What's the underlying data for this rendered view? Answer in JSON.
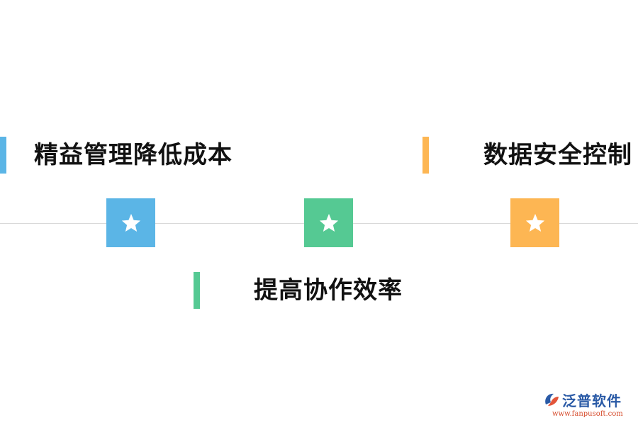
{
  "items": [
    {
      "label": "精益管理降低成本",
      "color": "#5bb5e6"
    },
    {
      "label": "提高协作效率",
      "color": "#55c993"
    },
    {
      "label": "数据安全控制",
      "color": "#fdb653"
    }
  ],
  "star_icon": "star-icon",
  "logo": {
    "name": "泛普软件",
    "url": "www.fanpusoft.com"
  }
}
